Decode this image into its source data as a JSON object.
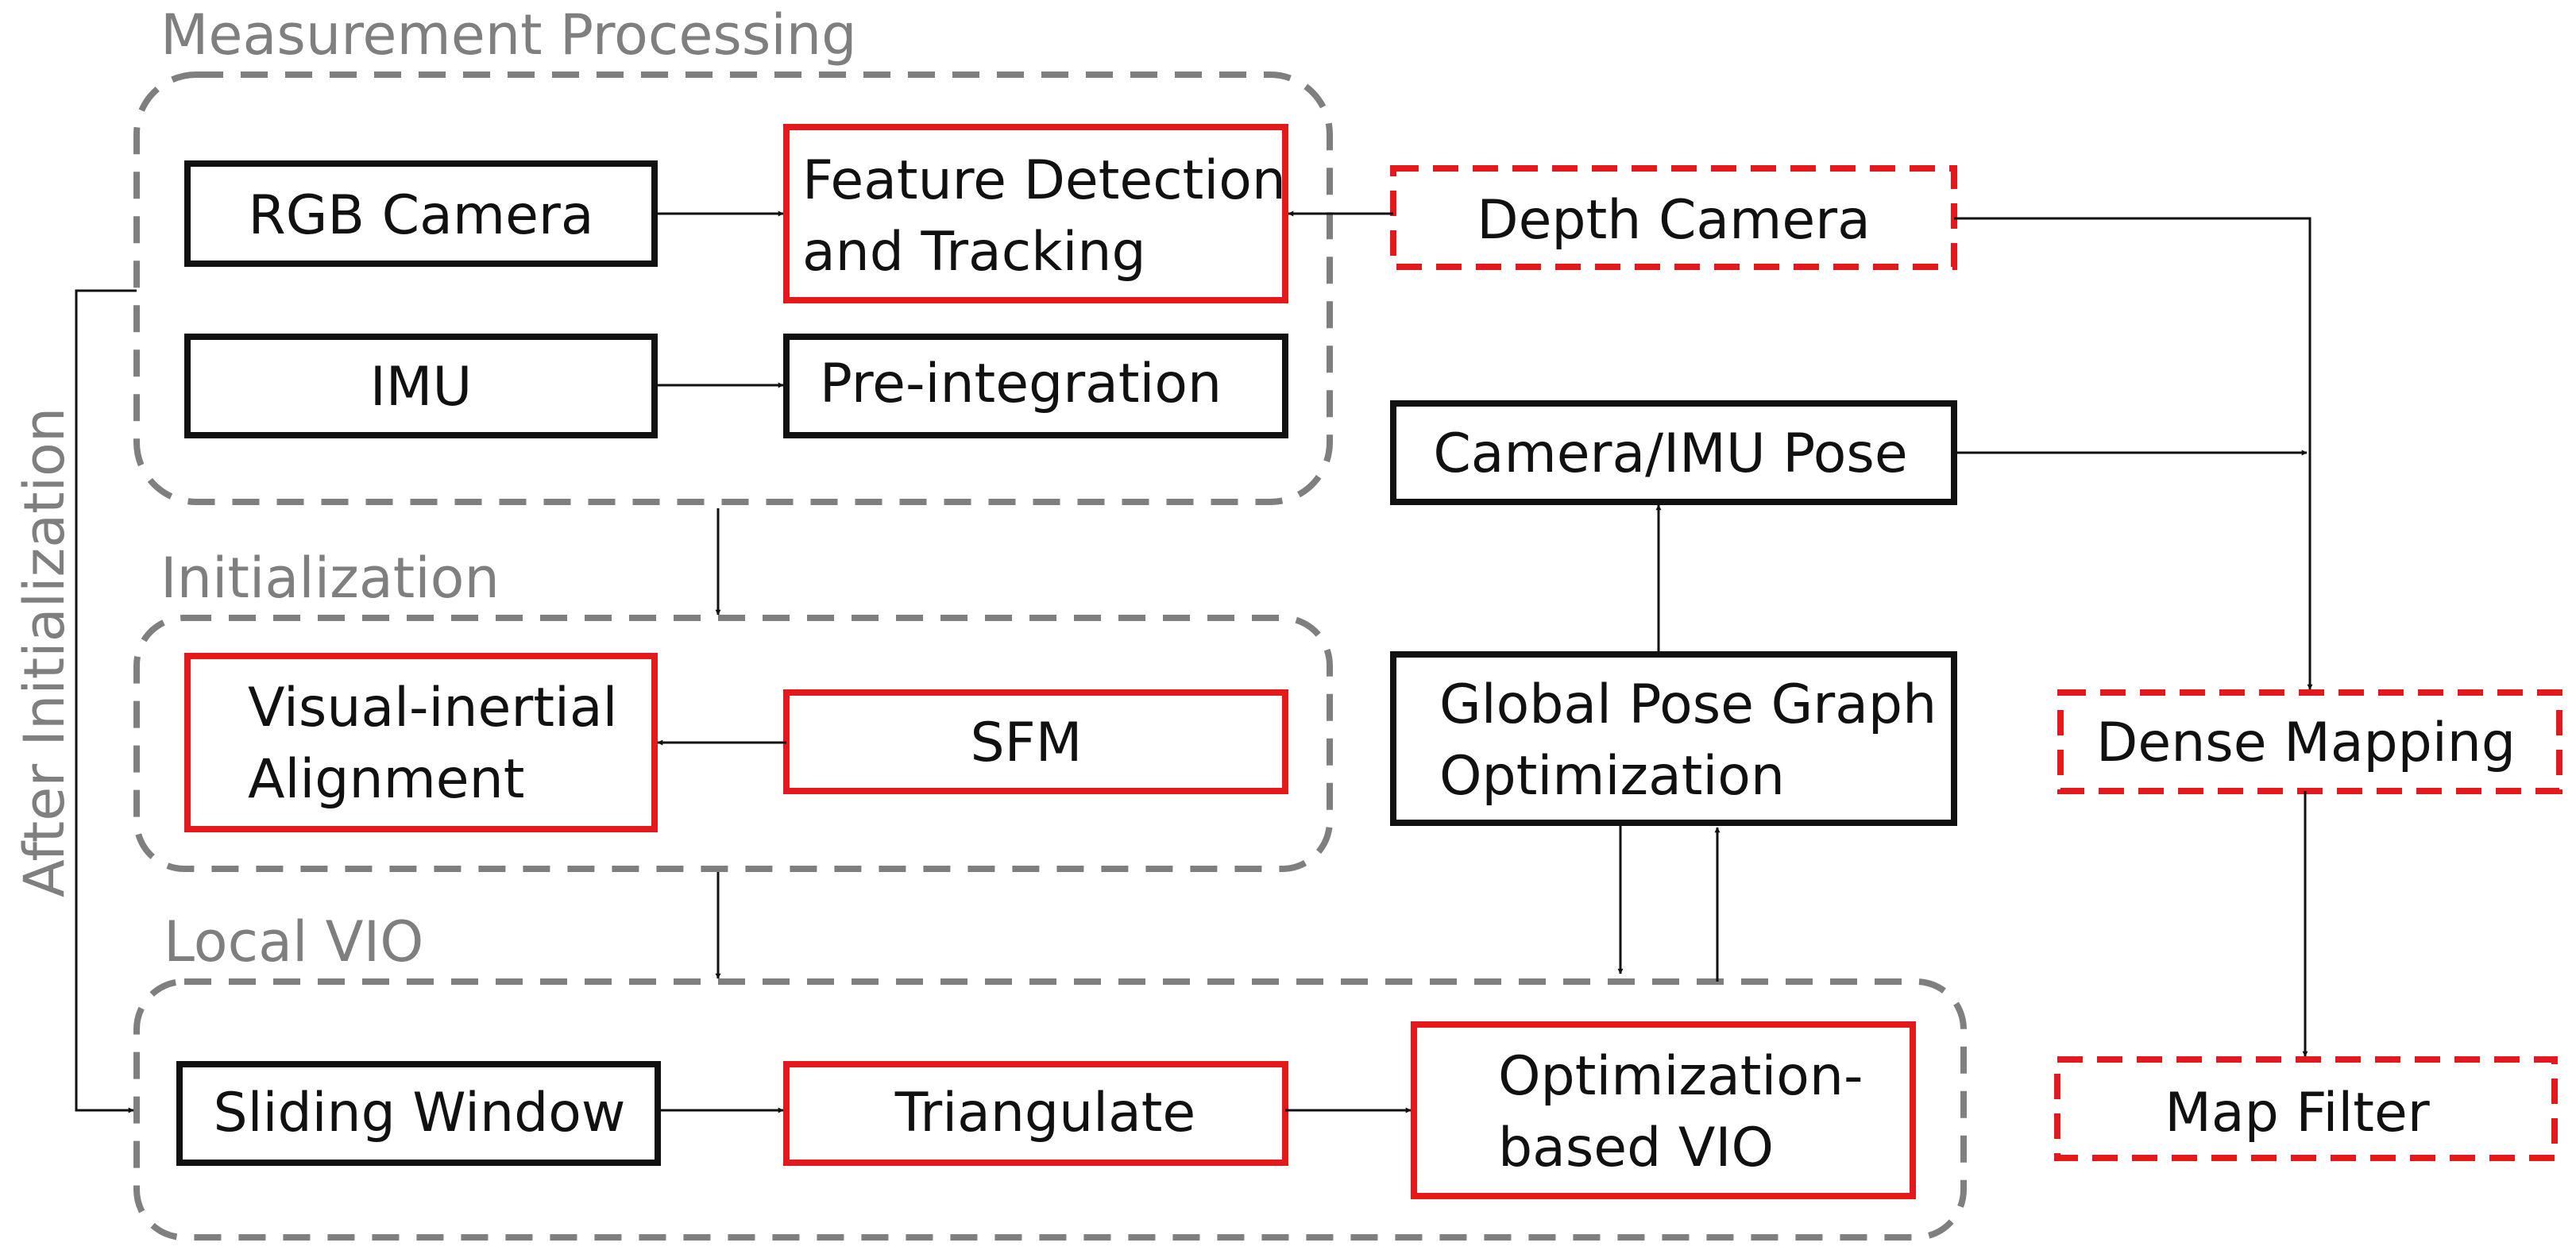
{
  "colors": {
    "black": "#111111",
    "red": "#e3191c",
    "gray": "#7f7f7f"
  },
  "groups": {
    "measurement": {
      "title": "Measurement Processing"
    },
    "initialization": {
      "title": "Initialization"
    },
    "local_vio": {
      "title": "Local VIO"
    },
    "after_init": {
      "title": "After Initialization"
    }
  },
  "boxes": {
    "rgb_camera": {
      "label": "RGB Camera"
    },
    "feature": {
      "line1": "Feature Detection",
      "line2": "and Tracking"
    },
    "depth_camera": {
      "label": "Depth Camera"
    },
    "imu": {
      "label": "IMU"
    },
    "preintegration": {
      "label": "Pre-integration"
    },
    "camera_imu_pose": {
      "label": "Camera/IMU Pose"
    },
    "visual_inertial": {
      "line1": "Visual-inertial",
      "line2": "Alignment"
    },
    "sfm": {
      "label": "SFM"
    },
    "global_pose": {
      "line1": "Global Pose Graph",
      "line2": "Optimization"
    },
    "dense_mapping": {
      "label": "Dense Mapping"
    },
    "sliding_window": {
      "label": "Sliding Window"
    },
    "triangulate": {
      "label": "Triangulate"
    },
    "opt_vio": {
      "line1": "Optimization-",
      "line2": "based VIO"
    },
    "map_filter": {
      "label": "Map Filter"
    }
  }
}
